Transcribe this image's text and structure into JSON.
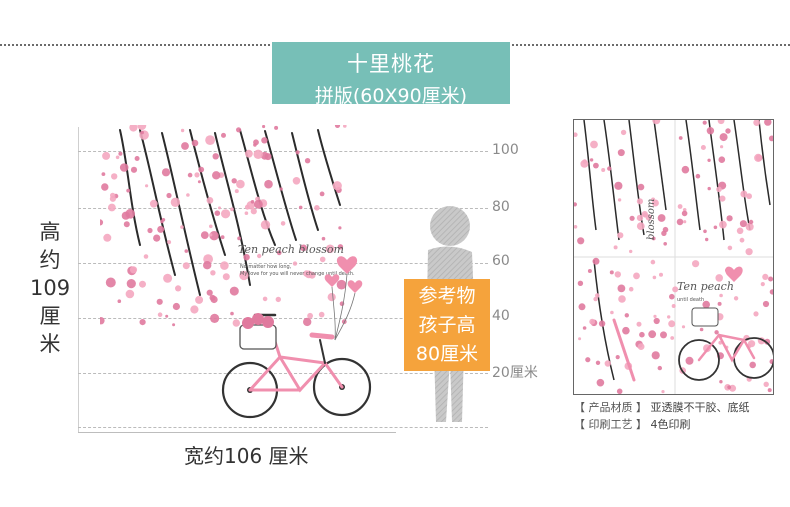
{
  "header": {
    "title": "十里桃花",
    "subtitle": "拼版(60X90厘米)"
  },
  "dimensions": {
    "height_text": "高约109厘米",
    "height_lines": [
      "高",
      "约",
      "109",
      "厘",
      "米"
    ],
    "width_text": "宽约106 厘米"
  },
  "scale": {
    "ticks": [
      "100",
      "80",
      "60",
      "40",
      "20厘米"
    ]
  },
  "reference": {
    "lines": [
      "参考物",
      "孩子高",
      "80厘米"
    ]
  },
  "artwork": {
    "script_text": "Ten peach blossom",
    "tagline_1": "No matter how long,",
    "tagline_2": "My love for you will never change until death.",
    "panel_script": "Ten peach",
    "panel_script_2": "blossom",
    "panel_small": "until death",
    "colors": {
      "blossom": "#f4a7c0",
      "blossom_dark": "#e07a9e",
      "branch": "#2b2b2b",
      "bicycle_pink": "#f08fae"
    }
  },
  "product_info": [
    {
      "key": "【 产品材质 】",
      "value": "亚透膜不干胶、底纸"
    },
    {
      "key": "【 印刷工艺 】",
      "value": "4色印刷"
    }
  ]
}
